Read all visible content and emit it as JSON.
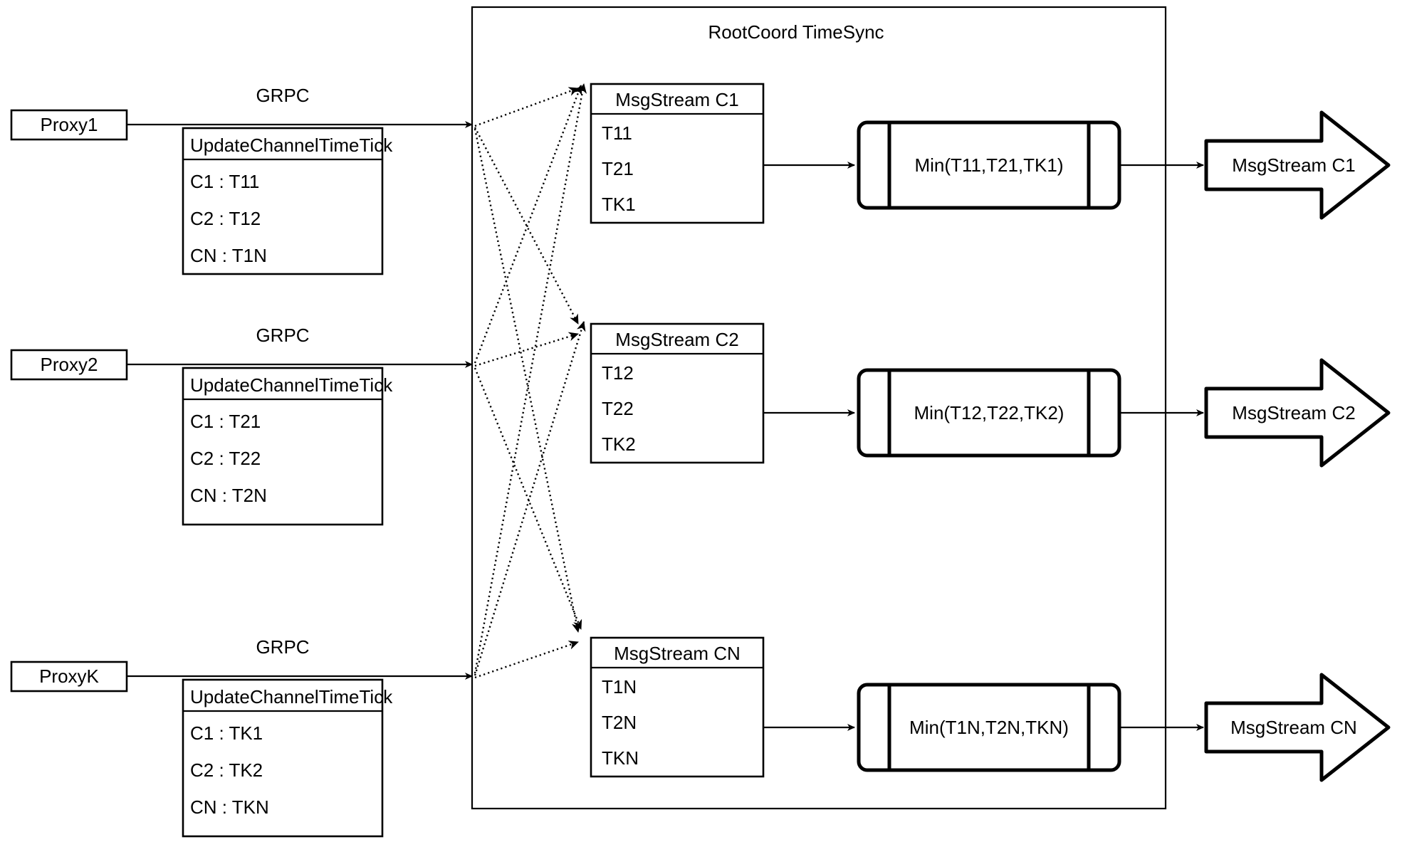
{
  "diagram": {
    "title": "RootCoord TimeSync",
    "container_label": "RootCoord TimeSync",
    "colors": {
      "stroke": "#000000",
      "fill": "#ffffff",
      "background": "#ffffff"
    },
    "proxies": [
      {
        "name": "Proxy1",
        "link_label": "GRPC",
        "message": {
          "header": "UpdateChannelTimeTick",
          "rows": [
            "C1 :  T11",
            "C2 :  T12",
            "CN : T1N"
          ]
        }
      },
      {
        "name": "Proxy2",
        "link_label": "GRPC",
        "message": {
          "header": "UpdateChannelTimeTick",
          "rows": [
            "C1 :  T21",
            "C2 :  T22",
            "CN : T2N"
          ]
        }
      },
      {
        "name": "ProxyK",
        "link_label": "GRPC",
        "message": {
          "header": "UpdateChannelTimeTick",
          "rows": [
            "C1 :  TK1",
            "C2 :  TK2",
            "CN : TKN"
          ]
        }
      }
    ],
    "channels": [
      {
        "stream": {
          "header": "MsgStream C1",
          "rows": [
            "T11",
            "T21",
            "TK1"
          ]
        },
        "process": "Min(T11,T21,TK1)",
        "output": "MsgStream C1"
      },
      {
        "stream": {
          "header": "MsgStream C2",
          "rows": [
            "T12",
            "T22",
            "TK2"
          ]
        },
        "process": "Min(T12,T22,TK2)",
        "output": "MsgStream C2"
      },
      {
        "stream": {
          "header": "MsgStream CN",
          "rows": [
            "T1N",
            "T2N",
            "TKN"
          ]
        },
        "process": "Min(T1N,T2N,TKN)",
        "output": "MsgStream CN"
      }
    ]
  }
}
